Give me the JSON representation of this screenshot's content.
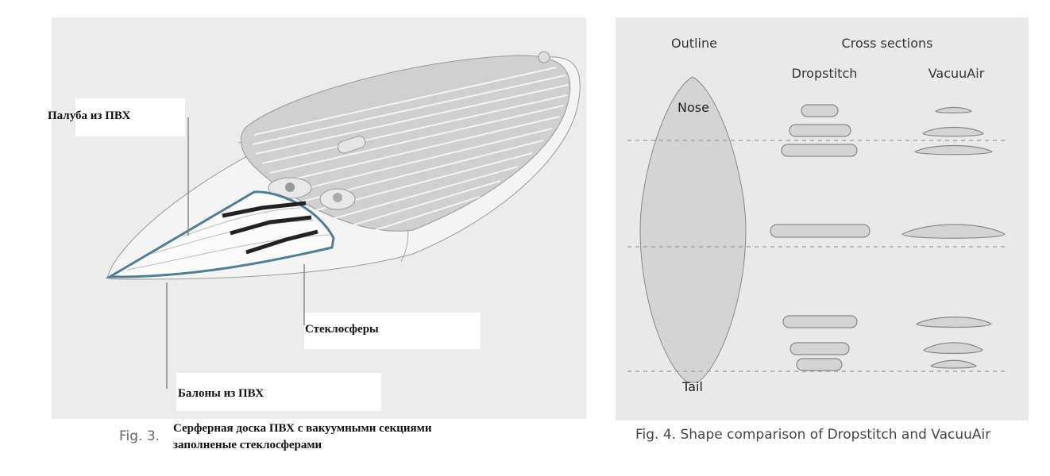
{
  "fig3": {
    "labels": {
      "deck": "Палуба из ПВХ",
      "glass_spheres": "Стеклосферы",
      "chambers": "Балоны из ПВХ"
    },
    "caption_number": "Fig. 3.",
    "caption_line1": "Серферная доска ПВХ с вакуумными секциями",
    "caption_line2": "заполненые стеклосферами"
  },
  "fig4": {
    "outline_heading": "Outline",
    "cross_sections_heading": "Cross sections",
    "dropstitch_heading": "Dropstitch",
    "vacuuair_heading": "VacuuAir",
    "nose_label": "Nose",
    "tail_label": "Tail",
    "caption": "Fig. 4. Shape comparison of Dropstitch and VacuuAir"
  },
  "colors": {
    "panel": "#ececec",
    "shape_fill": "#d4d4d4",
    "chamber_outline": "#4f7f96"
  }
}
